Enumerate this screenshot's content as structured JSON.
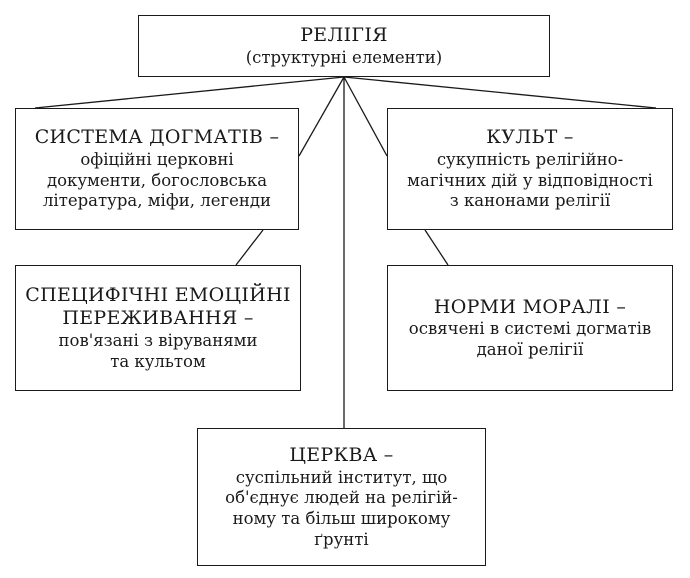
{
  "religion": {
    "title": "РЕЛІГІЯ",
    "subtitle": "(структурні елементи)"
  },
  "dogma": {
    "title": "СИСТЕМА ДОГМАТІВ –",
    "lines": [
      "офіційні церковні",
      "документи, богословська",
      "література, міфи, легенди"
    ]
  },
  "cult": {
    "title": "КУЛЬТ –",
    "lines": [
      "сукупність релігійно-",
      "магічних дій у відповідності",
      "з канонами релігії"
    ]
  },
  "emotions": {
    "title_lines": [
      "СПЕЦИФІЧНІ ЕМОЦІЙНІ",
      "ПЕРЕЖИВАННЯ –"
    ],
    "lines": [
      "пов'язані з віруванями",
      "та культом"
    ]
  },
  "morals": {
    "title": "НОРМИ МОРАЛІ –",
    "lines": [
      "освячені в системі догматів",
      "даної релігії"
    ]
  },
  "church": {
    "title": "ЦЕРКВА –",
    "lines": [
      "суспільний інститут, що",
      "об'єднує людей на релігій-",
      "ному та більш широкому",
      "ґрунті"
    ]
  }
}
